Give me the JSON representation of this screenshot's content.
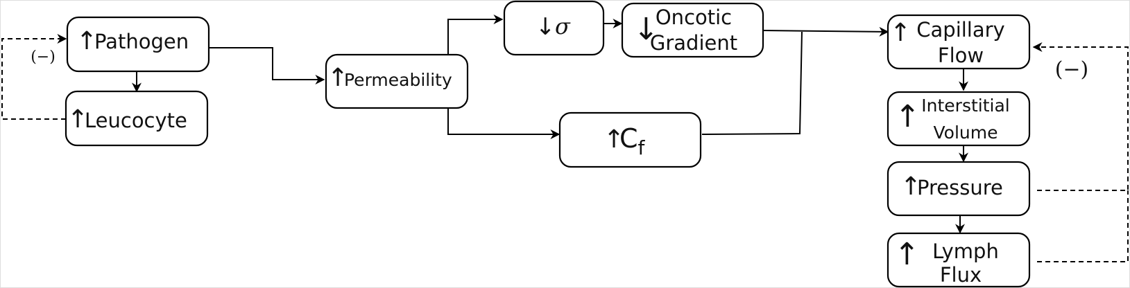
{
  "diagram": {
    "up_arrow": "↑",
    "down_arrow": "↓",
    "nodes": {
      "pathogen": "Pathogen",
      "leucocyte": "Leucocyte",
      "permeability": "Permeability",
      "sigma": "σ",
      "oncotic": [
        "Oncotic",
        "Gradient"
      ],
      "cf_main": "C",
      "cf_sub": "f",
      "capillary": [
        "Capillary",
        "Flow"
      ],
      "interstitial": [
        "Interstitial",
        "Volume"
      ],
      "pressure": "Pressure",
      "lymph": [
        "Lymph",
        "Flux"
      ]
    },
    "feedback_labels": {
      "left": "(−)",
      "right": "(−)"
    }
  }
}
